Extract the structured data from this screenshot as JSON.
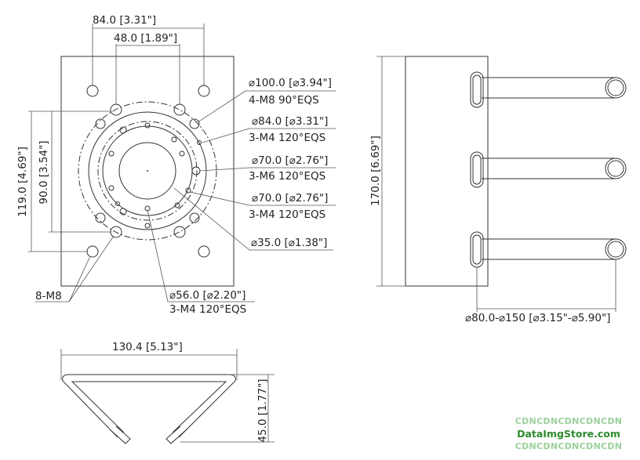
{
  "front_view": {
    "dim_top_outer": "84.0 [3.31\"]",
    "dim_top_inner": "48.0 [1.89\"]",
    "dim_left_outer": "119.0 [4.69\"]",
    "dim_left_inner": "90.0 [3.54\"]",
    "callouts": [
      {
        "diameter": "⌀100.0 [⌀3.94\"]",
        "spec": "4-M8 90°EQS"
      },
      {
        "diameter": "⌀84.0 [⌀3.31\"]",
        "spec": "3-M4 120°EQS"
      },
      {
        "diameter": "⌀70.0 [⌀2.76\"]",
        "spec": "3-M6 120°EQS"
      },
      {
        "diameter": "⌀70.0 [⌀2.76\"]",
        "spec": "3-M4 120°EQS"
      },
      {
        "diameter": "⌀35.0 [⌀1.38\"]",
        "spec": ""
      }
    ],
    "corner_holes": "8-M8",
    "bottom_callout": {
      "diameter": "⌀56.0 [⌀2.20\"]",
      "spec": "3-M4 120°EQS"
    }
  },
  "side_view": {
    "dim_height": "170.0 [6.69\"]",
    "pole_range": "⌀80.0-⌀150 [⌀3.15\"-⌀5.90\"]"
  },
  "bottom_view": {
    "dim_width": "130.4 [5.13\"]",
    "dim_height": "45.0 [1.77\"]"
  },
  "watermark": {
    "line1": "CDNCDNCDNCDNCDN",
    "line2": "DataImgStore.com",
    "line3": "CDNCDNCDNCDNCDN"
  }
}
